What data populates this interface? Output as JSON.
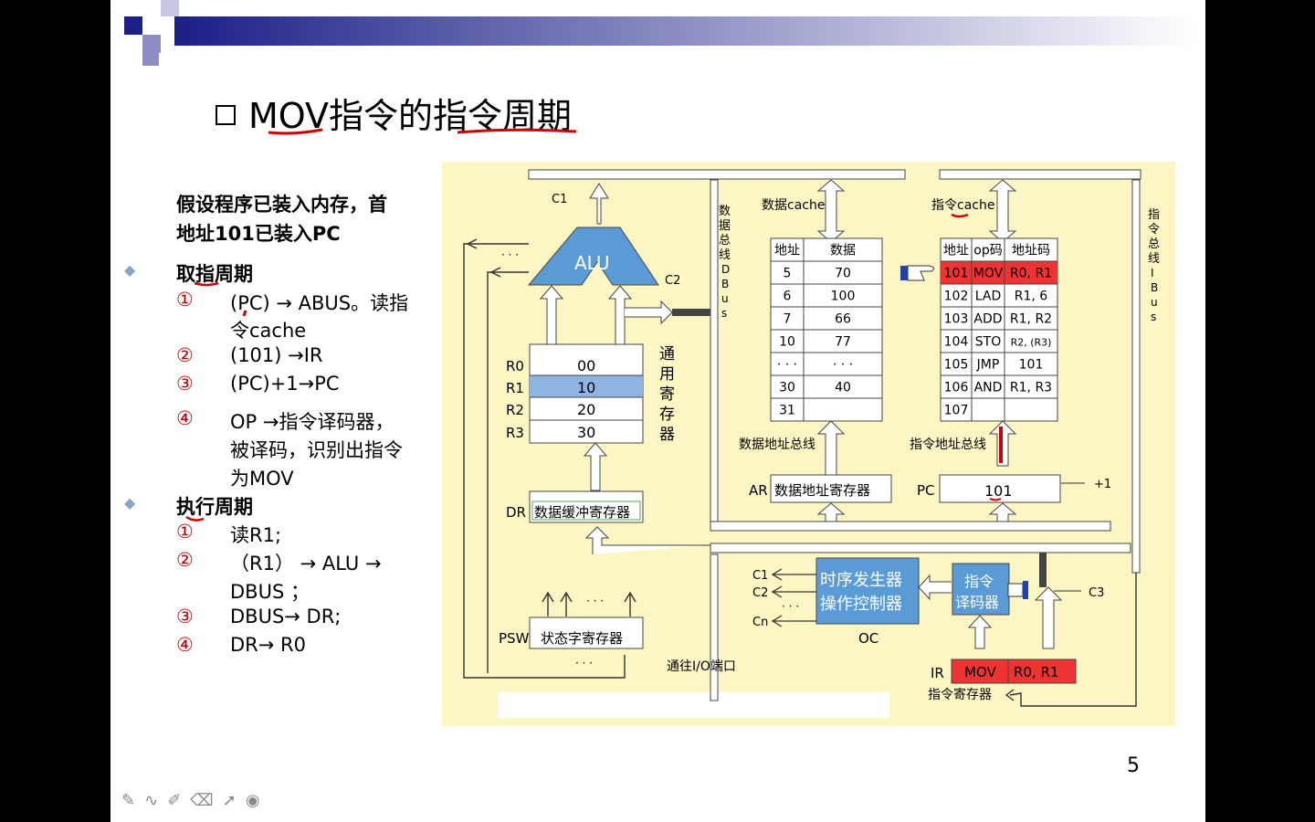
{
  "slide": {
    "title": "MOV指令的指令周期",
    "intro_line1": "假设程序已装入内存，首",
    "intro_line2": "地址101已装入PC",
    "fetch_heading": "取指周期",
    "fetch_steps": [
      {
        "num": "①",
        "text1": "(PC) → ABUS。读指",
        "text2": "令cache"
      },
      {
        "num": "②",
        "text1": "(101) →IR"
      },
      {
        "num": "③",
        "text1": "(PC)+1→PC"
      },
      {
        "num": "④",
        "text1": "OP →指令译码器，",
        "text2": "被译码，识别出指令",
        "text3": "为MOV"
      }
    ],
    "exec_heading": "执行周期",
    "exec_steps": [
      {
        "num": "①",
        "text1": "读R1;"
      },
      {
        "num": "②",
        "text1": "（R1） → ALU →",
        "text2": "DBUS ；"
      },
      {
        "num": "③",
        "text1": "DBUS→ DR;"
      },
      {
        "num": "④",
        "text1": "DR→ R0"
      }
    ],
    "page_number": "5"
  },
  "diagram": {
    "alu": "ALU",
    "c1": "C1",
    "c2": "C2",
    "c3": "C3",
    "dots": "· · ·",
    "registers": [
      {
        "name": "R0",
        "value": "00"
      },
      {
        "name": "R1",
        "value": "10"
      },
      {
        "name": "R2",
        "value": "20"
      },
      {
        "name": "R3",
        "value": "30"
      }
    ],
    "gpr_label": [
      "通",
      "用",
      "寄",
      "存",
      "器"
    ],
    "dr_name": "DR",
    "dr_label": "数据缓冲寄存器",
    "psw_name": "PSW",
    "psw_label": "状态字寄存器",
    "io_label": "通往I/O端口",
    "dbus_label": [
      "数",
      "据",
      "总",
      "线",
      "D",
      "B",
      "u",
      "s"
    ],
    "ibus_label": [
      "指",
      "令",
      "总",
      "线",
      "I",
      "B",
      "u",
      "s"
    ],
    "data_cache_label": "数据cache",
    "data_cache_headers": [
      "地址",
      "数据"
    ],
    "data_cache_rows": [
      [
        "5",
        "70"
      ],
      [
        "6",
        "100"
      ],
      [
        "7",
        "66"
      ],
      [
        "10",
        "77"
      ],
      [
        "· · ·",
        "· · ·"
      ],
      [
        "30",
        "40"
      ],
      [
        "31",
        ""
      ]
    ],
    "inst_cache_label": "指令cache",
    "inst_cache_headers": [
      "地址",
      "op码",
      "地址码"
    ],
    "inst_cache_rows": [
      [
        "101",
        "MOV",
        "R0, R1"
      ],
      [
        "102",
        "LAD",
        "R1, 6"
      ],
      [
        "103",
        "ADD",
        "R1, R2"
      ],
      [
        "104",
        "STO",
        "R2, (R3)"
      ],
      [
        "105",
        "JMP",
        "101"
      ],
      [
        "106",
        "AND",
        "R1, R3"
      ],
      [
        "107",
        "",
        ""
      ]
    ],
    "data_addr_bus": "数据地址总线",
    "inst_addr_bus": "指令地址总线",
    "ar_name": "AR",
    "ar_label": "数据地址寄存器",
    "pc_name": "PC",
    "pc_value": "101",
    "plus_one": "+1",
    "timing1": "时序发生器",
    "timing2": "操作控制器",
    "oc": "OC",
    "decoder1": "指令",
    "decoder2": "译码器",
    "c_lines": [
      "C1",
      "C2",
      "Cn"
    ],
    "ir_name": "IR",
    "ir_op": "MOV",
    "ir_addr": "R0, R1",
    "ir_label": "指令寄存器"
  },
  "colors": {
    "highlight_blue": "#8db4e2",
    "highlight_red": "#ee3333",
    "diagram_bg": "#fcf6c5",
    "annotation_red": "#cc0000"
  }
}
